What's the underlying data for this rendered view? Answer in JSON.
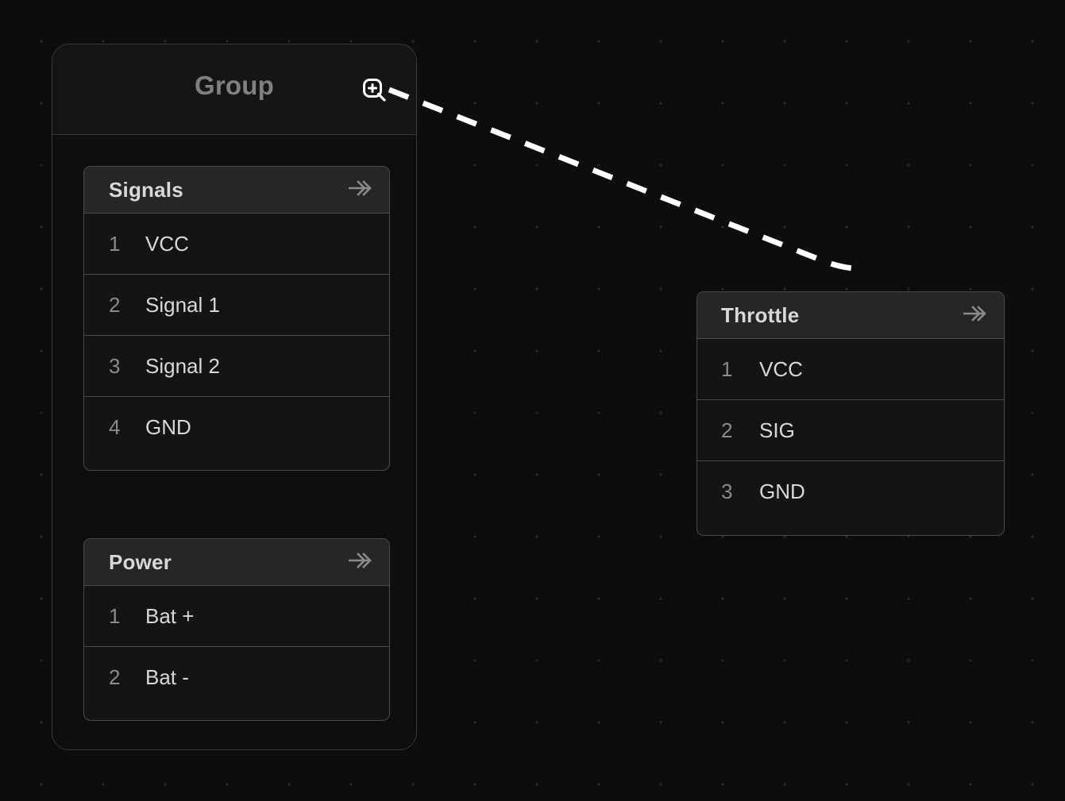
{
  "app": {
    "canvas_background": "#0d0d0d",
    "grid_dot_color": "#2b2b2b",
    "accent_edge_color": "#ffffff"
  },
  "group_node": {
    "title": "Group",
    "zoom_icon": "zoom-in-icon",
    "title_color": "#808080",
    "cards": [
      {
        "id": "signals",
        "title": "Signals",
        "collapse_icon": "double-chevron-right-icon",
        "pins": [
          {
            "number": "1",
            "label": "VCC"
          },
          {
            "number": "2",
            "label": "Signal 1"
          },
          {
            "number": "3",
            "label": "Signal 2"
          },
          {
            "number": "4",
            "label": "GND"
          }
        ]
      },
      {
        "id": "power",
        "title": "Power",
        "collapse_icon": "double-chevron-right-icon",
        "pins": [
          {
            "number": "1",
            "label": "Bat +"
          },
          {
            "number": "2",
            "label": "Bat -"
          }
        ]
      }
    ]
  },
  "throttle_node": {
    "id": "throttle",
    "title": "Throttle",
    "collapse_icon": "double-chevron-right-icon",
    "pins": [
      {
        "number": "1",
        "label": "VCC"
      },
      {
        "number": "2",
        "label": "SIG"
      },
      {
        "number": "3",
        "label": "GND"
      }
    ]
  },
  "connection": {
    "name": "group-to-throttle-edge",
    "style": "dashed",
    "color": "#ffffff",
    "from": "group-zoom-handle",
    "to": "throttle-node-top"
  }
}
